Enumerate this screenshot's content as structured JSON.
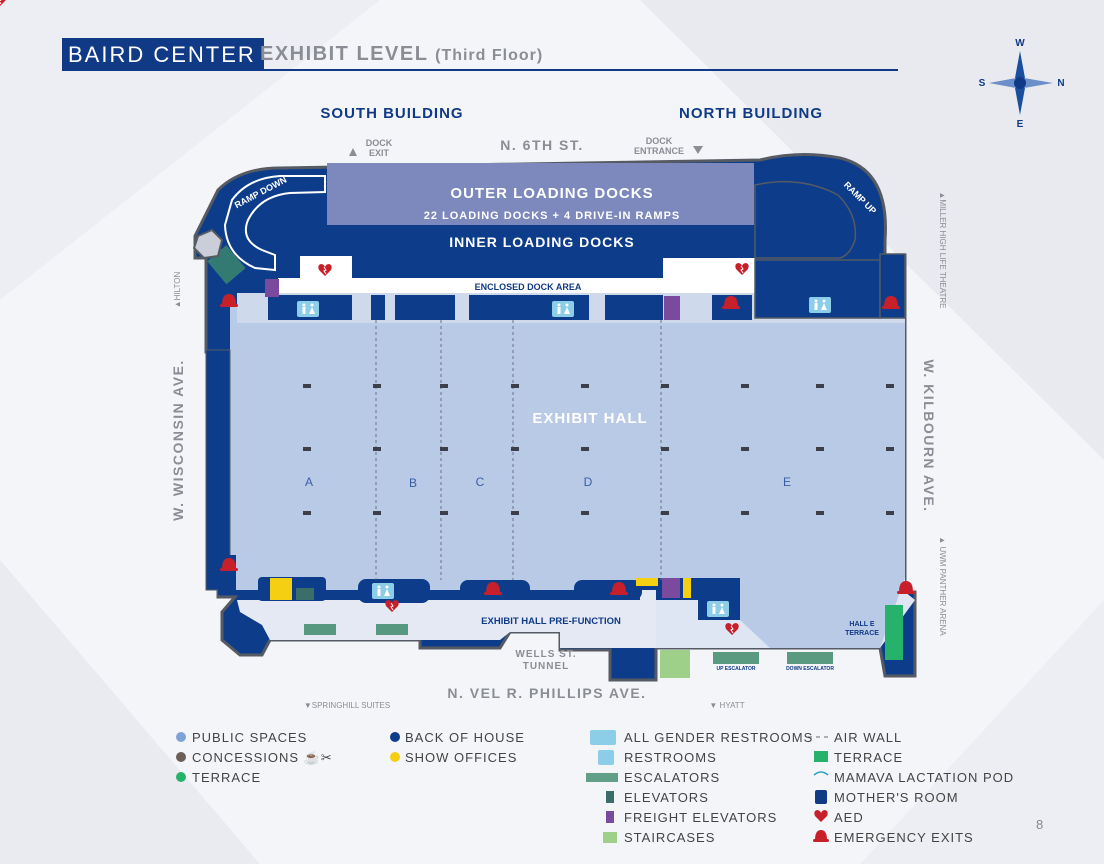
{
  "header": {
    "venue": "BAIRD CENTER",
    "level": "EXHIBIT LEVEL",
    "floor": "(Third Floor)"
  },
  "compass": {
    "w": "W",
    "n": "N",
    "e": "E",
    "s": "S"
  },
  "map": {
    "south_building": "SOUTH BUILDING",
    "north_building": "NORTH BUILDING",
    "n6th": "N. 6TH ST.",
    "dock_exit_1": "DOCK",
    "dock_exit_2": "EXIT",
    "dock_entrance_1": "DOCK",
    "dock_entrance_2": "ENTRANCE",
    "outer_docks": "OUTER LOADING DOCKS",
    "outer_docks_sub": "22 LOADING DOCKS + 4 DRIVE-IN RAMPS",
    "inner_docks": "INNER LOADING DOCKS",
    "enclosed_dock": "ENCLOSED DOCK AREA",
    "ramp_down": "RAMP DOWN",
    "ramp_up": "RAMP UP",
    "exhibit_hall": "EXHIBIT HALL",
    "hall_a": "A",
    "hall_b": "B",
    "hall_c": "C",
    "hall_d": "D",
    "hall_e": "E",
    "prefunction": "EXHIBIT HALL PRE-FUNCTION",
    "hall_e_terrace_1": "HALL E",
    "hall_e_terrace_2": "TERRACE",
    "up_escalator": "UP ESCALATOR",
    "down_escalator": "DOWN ESCALATOR",
    "wells_1": "WELLS ST.",
    "wells_2": "TUNNEL",
    "vel_phillips": "N. VEL R. PHILLIPS AVE.",
    "springhill": "▼SPRINGHILL SUITES",
    "hyatt": "▼ HYATT",
    "wisconsin": "W. WISCONSIN AVE.",
    "kilbourn": "W. KILBOURN AVE.",
    "hilton": "▲HILTON",
    "miller": "▲MILLER HIGH LIFE THEATRE",
    "uwm": "▲ UWM PANTHER ARENA"
  },
  "legend": {
    "public_spaces": "PUBLIC SPACES",
    "concessions": "CONCESSIONS",
    "terrace_dot": "TERRACE",
    "back_of_house": "BACK OF HOUSE",
    "show_offices": "SHOW OFFICES",
    "all_gender": "ALL GENDER RESTROOMS",
    "restrooms": "RESTROOMS",
    "escalators": "ESCALATORS",
    "elevators": "ELEVATORS",
    "freight_elevators": "FREIGHT ELEVATORS",
    "staircases": "STAIRCASES",
    "air_wall": "AIR WALL",
    "terrace": "TERRACE",
    "mamava": "MAMAVA LACTATION POD",
    "mothers_room": "MOTHER'S ROOM",
    "aed": "AED",
    "emergency_exits": "EMERGENCY EXITS"
  },
  "colors": {
    "back_of_house": "#0d3d8a",
    "public": "#b9cae6",
    "show_office": "#f5cf11",
    "terrace": "#27b26c",
    "freight": "#7a4a9e",
    "elevator": "#3b6e68",
    "exit": "#c8202b",
    "stair": "#9fd08a"
  },
  "page_number": "8"
}
